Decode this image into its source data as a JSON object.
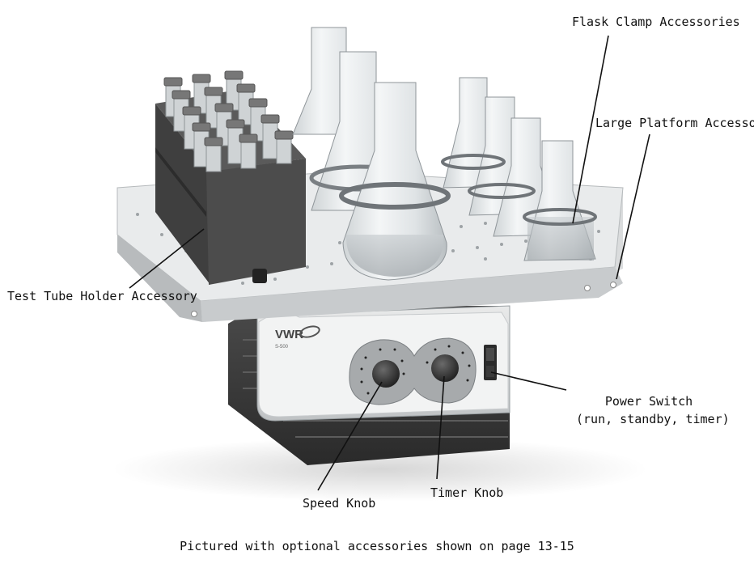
{
  "callouts": {
    "flask_clamp": "Flask Clamp Accessories",
    "large_platform": "Large Platform Accessory",
    "test_tube_holder": "Test Tube Holder Accessory",
    "power_switch_line1": "Power Switch",
    "power_switch_line2": "(run, standby, timer)",
    "speed_knob": "Speed Knob",
    "timer_knob": "Timer Knob"
  },
  "device": {
    "brand": "VWR",
    "model": "S-500"
  },
  "caption": "Pictured with optional accessories shown on page 13-15"
}
